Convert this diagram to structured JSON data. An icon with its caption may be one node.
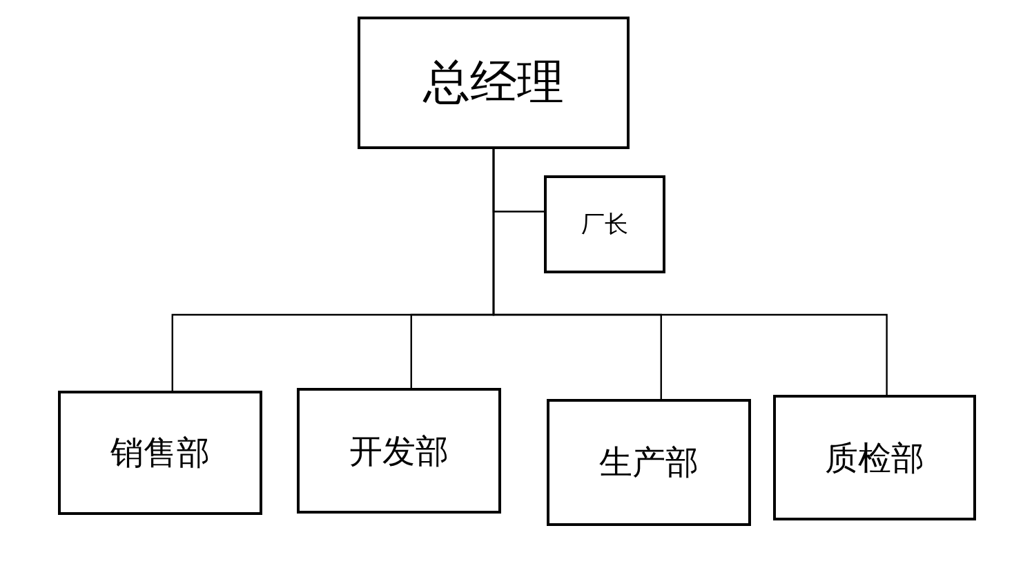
{
  "diagram": {
    "nodes": [
      {
        "text": [
          "总经理"
        ]
      },
      {
        "text": [
          "厂长"
        ]
      },
      {
        "text": [
          "销售部"
        ]
      },
      {
        "text": [
          "开发部"
        ]
      },
      {
        "text": [
          "生产部"
        ]
      },
      {
        "text": [
          "质检部"
        ]
      }
    ],
    "edges": [
      {
        "from": 0,
        "to": 1,
        "arrow": "none"
      },
      {
        "from": 0,
        "to": 2,
        "arrow": "none"
      },
      {
        "from": 0,
        "to": 3,
        "arrow": "none"
      },
      {
        "from": 0,
        "to": 4,
        "arrow": "none"
      },
      {
        "from": 0,
        "to": 5,
        "arrow": "none"
      }
    ]
  }
}
